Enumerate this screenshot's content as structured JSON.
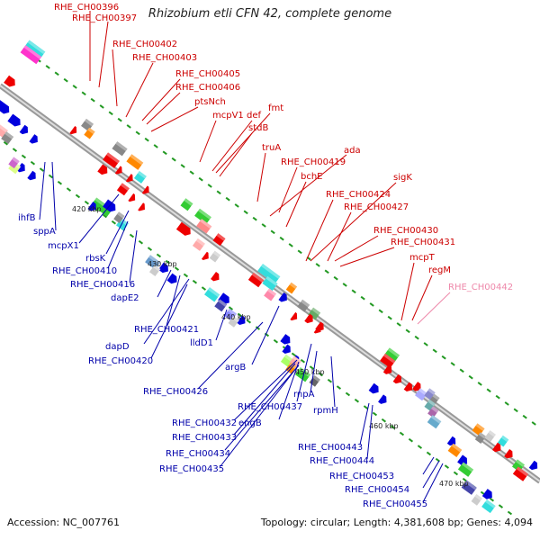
{
  "title": "Rhizobium etli CFN 42, complete genome",
  "footer": {
    "accession": "Accession: NC_007761",
    "topology": "Topology: circular; Length: 4,381,608 bp; Genes: 4,094"
  },
  "colors": {
    "forward_label": "#cc0000",
    "reverse_label": "#0000aa",
    "pink_label": "#ee88aa",
    "backbone": "#888888",
    "tick": "#229922"
  },
  "kbp_marks": [
    "420 kbp",
    "430 kbp",
    "440 kbp",
    "450 kbp",
    "460 kbp",
    "470 kbp"
  ],
  "top_labels": [
    {
      "text": "RHE_CH00396",
      "color": "red"
    },
    {
      "text": "RHE_CH00397",
      "color": "red"
    },
    {
      "text": "RHE_CH00402",
      "color": "red"
    },
    {
      "text": "RHE_CH00403",
      "color": "red"
    },
    {
      "text": "RHE_CH00405",
      "color": "red"
    },
    {
      "text": "RHE_CH00406",
      "color": "red"
    },
    {
      "text": "ptsNch",
      "color": "red"
    },
    {
      "text": "mcpV1",
      "color": "red"
    },
    {
      "text": "def",
      "color": "red"
    },
    {
      "text": "fmt",
      "color": "red"
    },
    {
      "text": "stdB",
      "color": "red"
    },
    {
      "text": "truA",
      "color": "red"
    },
    {
      "text": "ada",
      "color": "red"
    },
    {
      "text": "RHE_CH00419",
      "color": "red"
    },
    {
      "text": "bchE",
      "color": "red"
    },
    {
      "text": "sigK",
      "color": "red"
    },
    {
      "text": "RHE_CH00424",
      "color": "red"
    },
    {
      "text": "RHE_CH00427",
      "color": "red"
    },
    {
      "text": "RHE_CH00430",
      "color": "red"
    },
    {
      "text": "RHE_CH00431",
      "color": "red"
    },
    {
      "text": "mcpT",
      "color": "red"
    },
    {
      "text": "regM",
      "color": "red"
    },
    {
      "text": "RHE_CH00442",
      "color": "pink"
    }
  ],
  "bottom_labels": [
    {
      "text": "ihfB"
    },
    {
      "text": "sppA"
    },
    {
      "text": "mcpX1"
    },
    {
      "text": "rbsK"
    },
    {
      "text": "RHE_CH00410"
    },
    {
      "text": "RHE_CH00416"
    },
    {
      "text": "dapE2"
    },
    {
      "text": "RHE_CH00421"
    },
    {
      "text": "dapD"
    },
    {
      "text": "lldD1"
    },
    {
      "text": "RHE_CH00420"
    },
    {
      "text": "argB"
    },
    {
      "text": "RHE_CH00426"
    },
    {
      "text": "RHE_CH00437"
    },
    {
      "text": "rnpA"
    },
    {
      "text": "RHE_CH00432"
    },
    {
      "text": "engB"
    },
    {
      "text": "rpmH"
    },
    {
      "text": "RHE_CH00433"
    },
    {
      "text": "RHE_CH00443"
    },
    {
      "text": "RHE_CH00434"
    },
    {
      "text": "RHE_CH00444"
    },
    {
      "text": "RHE_CH00435"
    },
    {
      "text": "RHE_CH00453"
    },
    {
      "text": "RHE_CH00454"
    },
    {
      "text": "RHE_CH00455"
    }
  ]
}
